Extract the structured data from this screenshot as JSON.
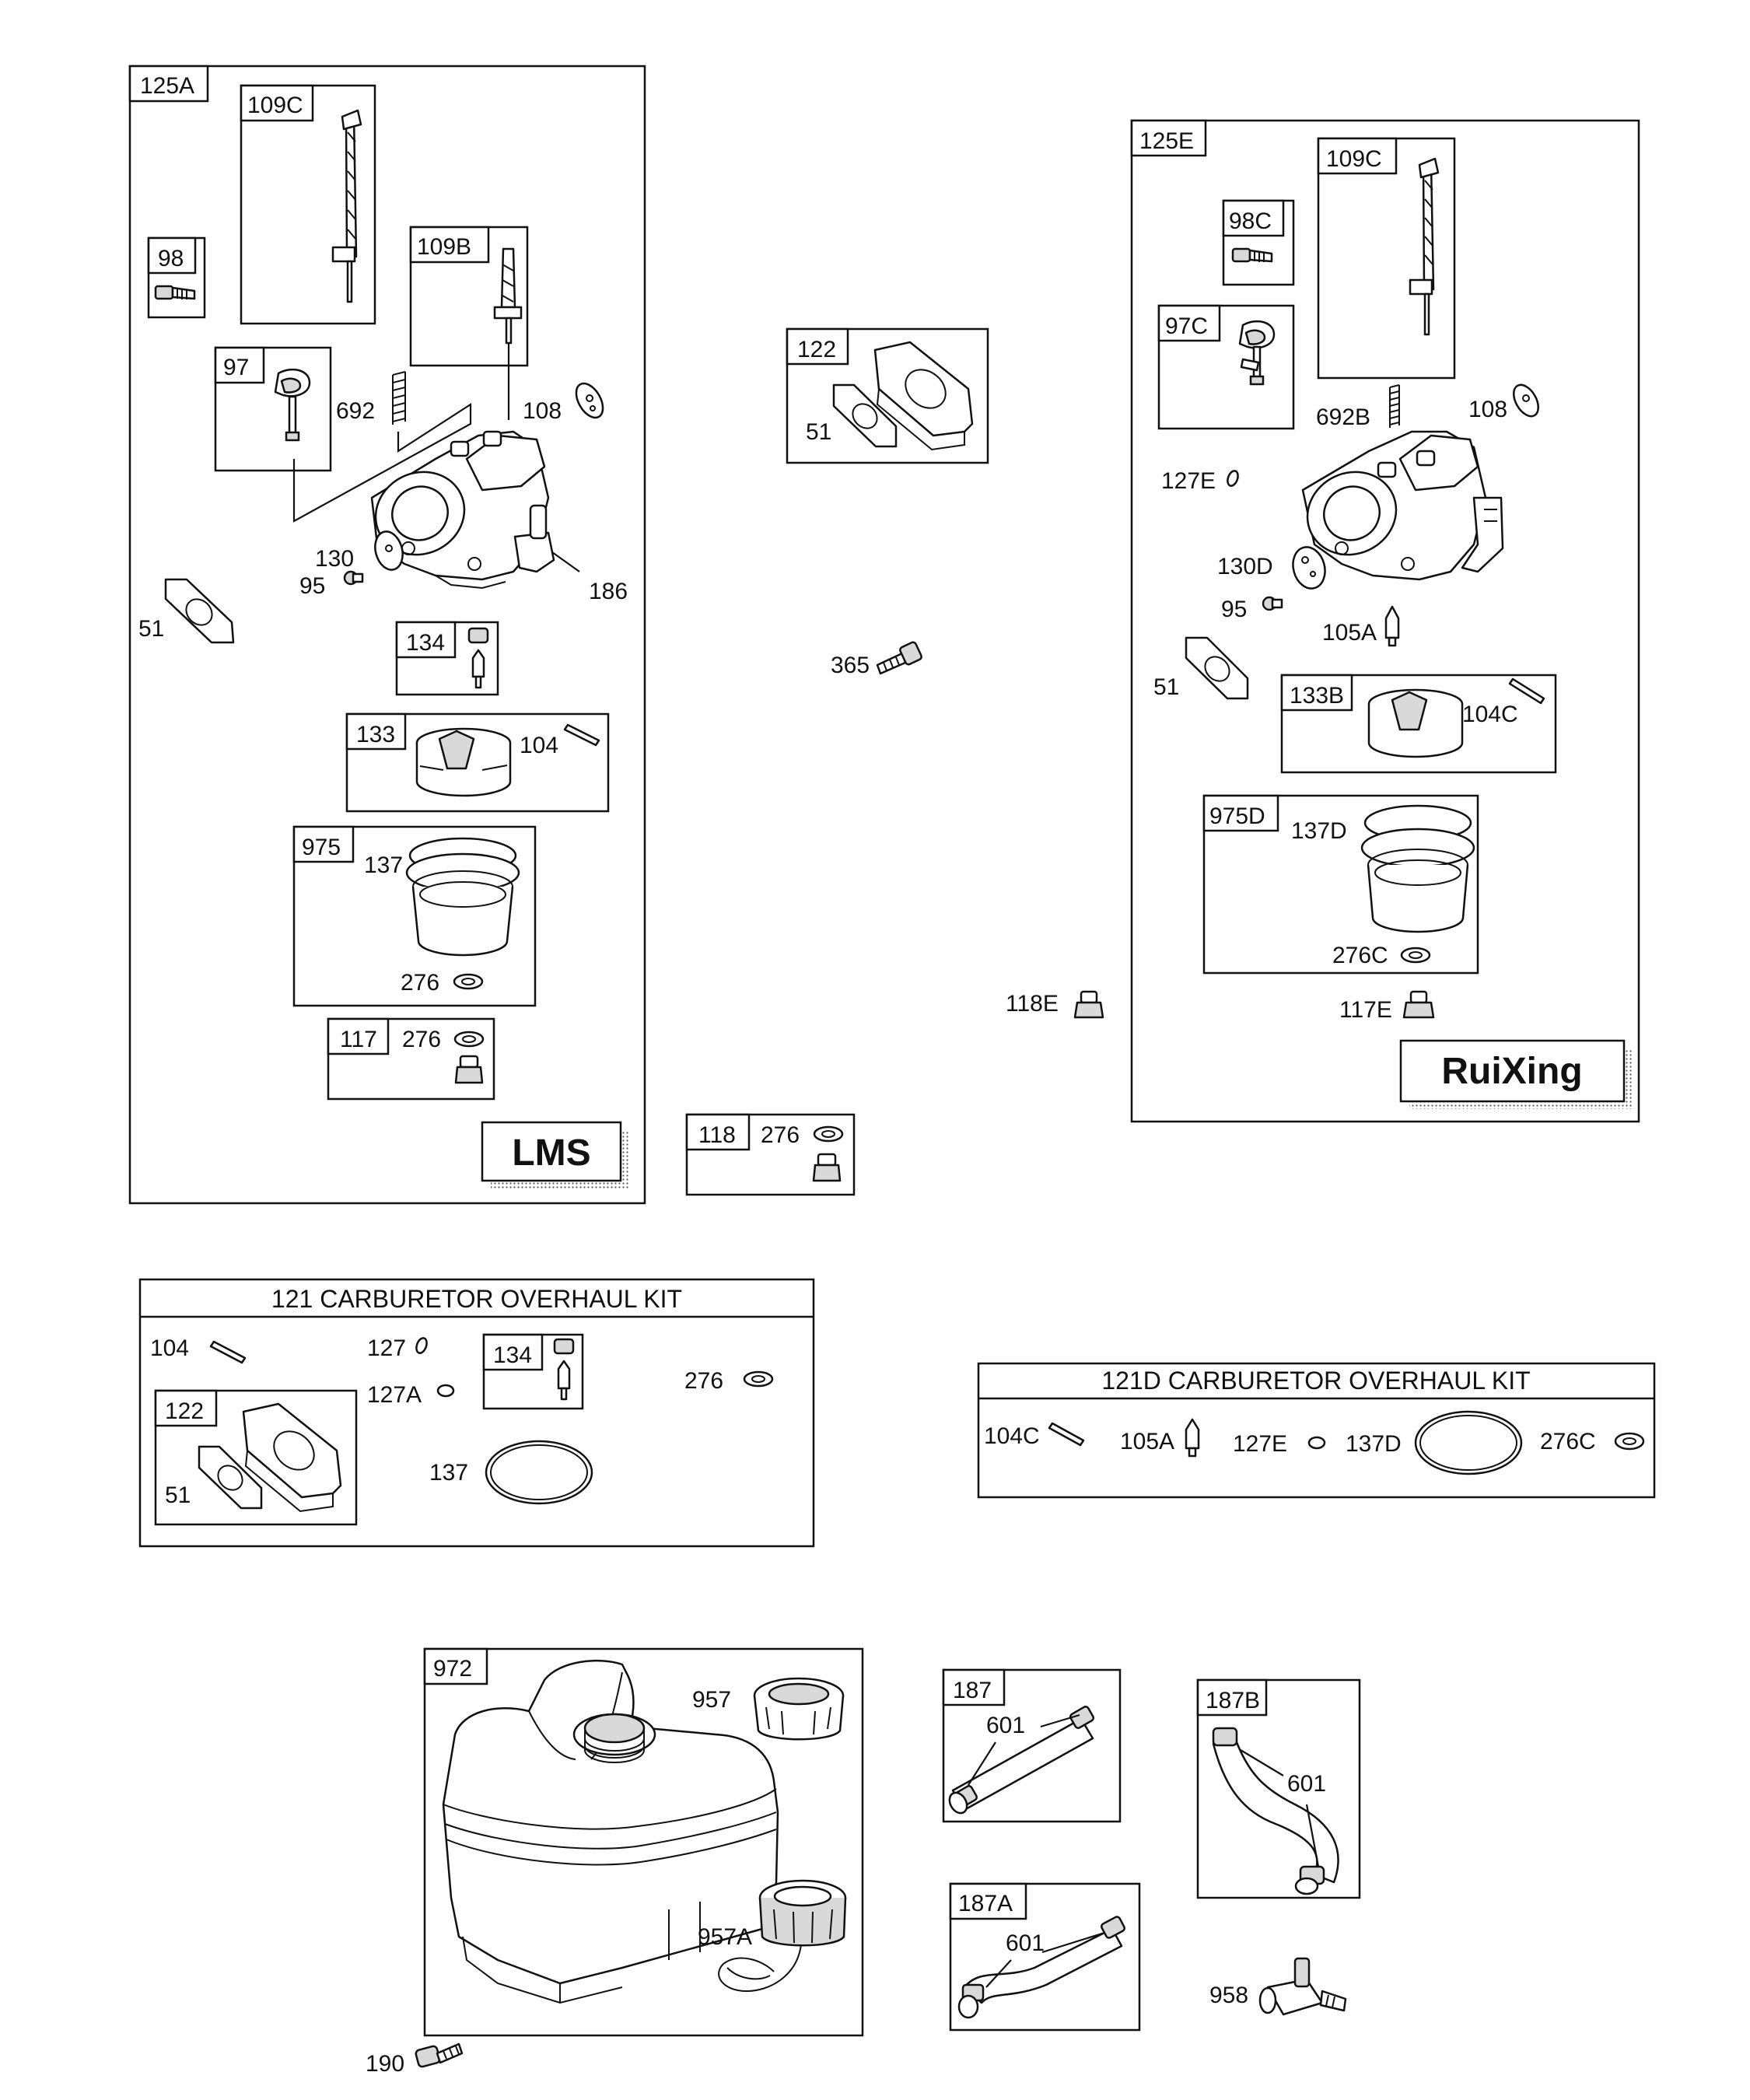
{
  "callouts": {
    "c125a": "125A",
    "c109c_a": "109C",
    "c98": "98",
    "c109b": "109B",
    "c97": "97",
    "c692": "692",
    "c108_a": "108",
    "c51_a": "51",
    "c130": "130",
    "c95_a": "95",
    "c186": "186",
    "c134_a": "134",
    "c133": "133",
    "c104_a": "104",
    "c975": "975",
    "c137_a": "137",
    "c276_a": "276",
    "c117": "117",
    "c276_b": "276",
    "c122_a": "122",
    "c51_b": "51",
    "c365": "365",
    "c118": "118",
    "c276_c": "276",
    "c118e": "118E",
    "c125e": "125E",
    "c109c_b": "109C",
    "c98c": "98C",
    "c97c": "97C",
    "c692b": "692B",
    "c108_b": "108",
    "c127e_a": "127E",
    "c130d": "130D",
    "c95_b": "95",
    "c105a_a": "105A",
    "c51_c": "51",
    "c133b": "133B",
    "c104c_a": "104C",
    "c975d": "975D",
    "c137d_a": "137D",
    "c276c_a": "276C",
    "c117e": "117E",
    "c104_b": "104",
    "c127": "127",
    "c127a": "127A",
    "c134_b": "134",
    "c276_d": "276",
    "c122_b": "122",
    "c51_d": "51",
    "c137_b": "137",
    "c104c_b": "104C",
    "c105a_b": "105A",
    "c127e_b": "127E",
    "c137d_b": "137D",
    "c276c_b": "276C",
    "c972": "972",
    "c957": "957",
    "c957a": "957A",
    "c190": "190",
    "c187": "187",
    "c601_a": "601",
    "c187b": "187B",
    "c601_b": "601",
    "c187a": "187A",
    "c601_c": "601",
    "c958": "958"
  },
  "logos": {
    "lms": "LMS",
    "ruixing": "RuiXing"
  },
  "kits": {
    "kit121": "121 CARBURETOR OVERHAUL KIT",
    "kit121d": "121D CARBURETOR OVERHAUL KIT"
  }
}
